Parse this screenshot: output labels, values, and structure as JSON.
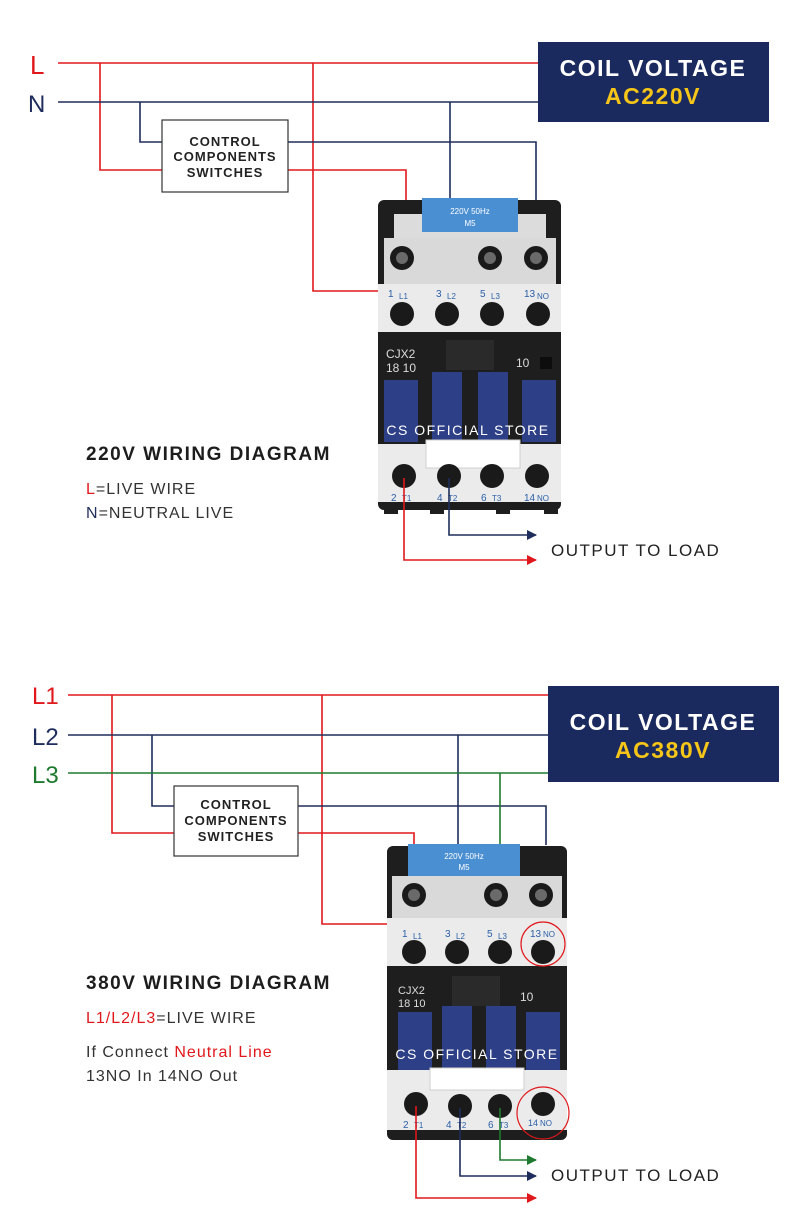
{
  "diagram_220": {
    "line_l": "L",
    "line_n": "N",
    "coil_title": "COIL VOLTAGE",
    "coil_value": "AC220V",
    "control_box": [
      "CONTROL",
      "COMPONENTS",
      "SWITCHES"
    ],
    "device_plate": "220V  50Hz",
    "device_plate_sub": "M5",
    "model_a": "CJX2",
    "model_b": "18 10",
    "aux_label": "10",
    "top_terminals": [
      {
        "num": "1",
        "sub": "L1"
      },
      {
        "num": "3",
        "sub": "L2"
      },
      {
        "num": "5",
        "sub": "L3"
      },
      {
        "num": "13",
        "sub": "NO"
      }
    ],
    "bottom_terminals": [
      {
        "num": "2",
        "sub": "T1"
      },
      {
        "num": "4",
        "sub": "T2"
      },
      {
        "num": "6",
        "sub": "T3"
      },
      {
        "num": "14",
        "sub": "NO"
      }
    ],
    "watermark": "CS OFFICIAL STORE",
    "heading": "220V WIRING DIAGRAM",
    "legend_l_key": "L",
    "legend_l_text": "=LIVE WIRE",
    "legend_n_key": "N",
    "legend_n_text": "=NEUTRAL LIVE",
    "output_label": "OUTPUT TO LOAD"
  },
  "diagram_380": {
    "line_l1": "L1",
    "line_l2": "L2",
    "line_l3": "L3",
    "coil_title": "COIL VOLTAGE",
    "coil_value": "AC380V",
    "control_box": [
      "CONTROL",
      "COMPONENTS",
      "SWITCHES"
    ],
    "device_plate": "220V  50Hz",
    "device_plate_sub": "M5",
    "model_a": "CJX2",
    "model_b": "18 10",
    "aux_label": "10",
    "top_terminals": [
      {
        "num": "1",
        "sub": "L1"
      },
      {
        "num": "3",
        "sub": "L2"
      },
      {
        "num": "5",
        "sub": "L3"
      },
      {
        "num": "13",
        "sub": "NO"
      }
    ],
    "bottom_terminals": [
      {
        "num": "2",
        "sub": "T1"
      },
      {
        "num": "4",
        "sub": "T2"
      },
      {
        "num": "6",
        "sub": "T3"
      },
      {
        "num": "14",
        "sub": "NO"
      }
    ],
    "watermark": "CS OFFICIAL STORE",
    "heading": "380V WIRING DIAGRAM",
    "legend_key": "L1/L2/L3",
    "legend_text": "=LIVE WIRE",
    "note_prefix": "If Connect ",
    "note_highlight": "Neutral Line",
    "note_line2": "13NO In 14NO Out",
    "output_label": "OUTPUT TO LOAD"
  },
  "colors": {
    "live": "#e0181b",
    "neutral": "#1f2d5c",
    "phase3": "#1d7a2e",
    "banner": "#1b2a5e",
    "banner_text": "#ffffff",
    "banner_value": "#f5c518"
  }
}
